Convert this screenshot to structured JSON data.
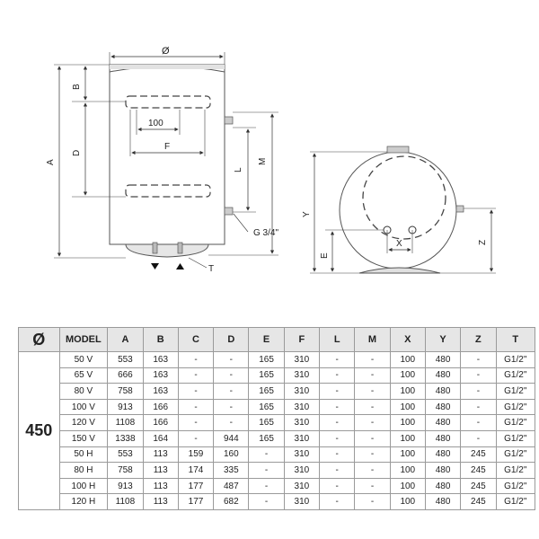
{
  "front_view": {
    "dim_labels": {
      "diameter": "Ø",
      "B": "B",
      "A": "A",
      "D": "D",
      "F": "F",
      "L": "L",
      "M": "M",
      "spacing": "100",
      "connection": "G 3/4\"",
      "thermostat": "T"
    }
  },
  "side_view": {
    "dim_labels": {
      "Y": "Y",
      "E": "E",
      "X": "X",
      "Z": "Z"
    }
  },
  "table": {
    "columns": [
      "Ø",
      "MODEL",
      "A",
      "B",
      "C",
      "D",
      "E",
      "F",
      "L",
      "M",
      "X",
      "Y",
      "Z",
      "T"
    ],
    "diameter": "450",
    "rows": [
      [
        "50 V",
        "553",
        "163",
        "-",
        "-",
        "165",
        "310",
        "-",
        "-",
        "100",
        "480",
        "-",
        "G1/2\""
      ],
      [
        "65 V",
        "666",
        "163",
        "-",
        "-",
        "165",
        "310",
        "-",
        "-",
        "100",
        "480",
        "-",
        "G1/2\""
      ],
      [
        "80 V",
        "758",
        "163",
        "-",
        "-",
        "165",
        "310",
        "-",
        "-",
        "100",
        "480",
        "-",
        "G1/2\""
      ],
      [
        "100 V",
        "913",
        "166",
        "-",
        "-",
        "165",
        "310",
        "-",
        "-",
        "100",
        "480",
        "-",
        "G1/2\""
      ],
      [
        "120 V",
        "1108",
        "166",
        "-",
        "-",
        "165",
        "310",
        "-",
        "-",
        "100",
        "480",
        "-",
        "G1/2\""
      ],
      [
        "150 V",
        "1338",
        "164",
        "-",
        "944",
        "165",
        "310",
        "-",
        "-",
        "100",
        "480",
        "-",
        "G1/2\""
      ],
      [
        "50 H",
        "553",
        "113",
        "159",
        "160",
        "-",
        "310",
        "-",
        "-",
        "100",
        "480",
        "245",
        "G1/2\""
      ],
      [
        "80 H",
        "758",
        "113",
        "174",
        "335",
        "-",
        "310",
        "-",
        "-",
        "100",
        "480",
        "245",
        "G1/2\""
      ],
      [
        "100 H",
        "913",
        "113",
        "177",
        "487",
        "-",
        "310",
        "-",
        "-",
        "100",
        "480",
        "245",
        "G1/2\""
      ],
      [
        "120 H",
        "1108",
        "113",
        "177",
        "682",
        "-",
        "310",
        "-",
        "-",
        "100",
        "480",
        "245",
        "G1/2\""
      ]
    ]
  }
}
